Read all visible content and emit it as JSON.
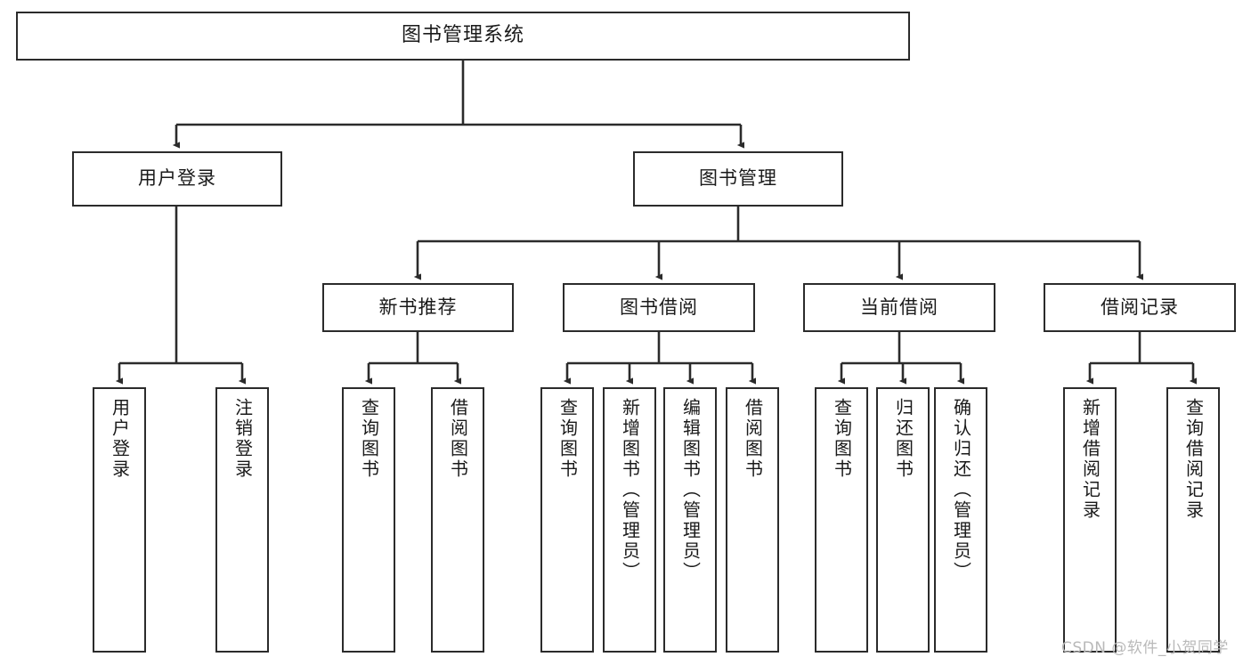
{
  "diagram": {
    "title": "图书管理系统",
    "type": "tree-hierarchy",
    "root": {
      "label": "图书管理系统"
    },
    "level2": [
      {
        "id": "user-login",
        "label": "用户登录"
      },
      {
        "id": "book-manage",
        "label": "图书管理"
      }
    ],
    "level3": [
      {
        "id": "new-book-recommend",
        "label": "新书推荐",
        "parent": "book-manage"
      },
      {
        "id": "book-borrow",
        "label": "图书借阅",
        "parent": "book-manage"
      },
      {
        "id": "current-borrow",
        "label": "当前借阅",
        "parent": "book-manage"
      },
      {
        "id": "borrow-record",
        "label": "借阅记录",
        "parent": "book-manage"
      }
    ],
    "leaves": {
      "user_login": [
        {
          "id": "leaf-user-login",
          "label": "用户登录"
        },
        {
          "id": "leaf-user-logout",
          "label": "注销登录"
        }
      ],
      "new_book_recommend": [
        {
          "id": "leaf-query-book-1",
          "label": "查询图书"
        },
        {
          "id": "leaf-borrow-book-1",
          "label": "借阅图书"
        }
      ],
      "book_borrow": [
        {
          "id": "leaf-query-book-2",
          "label": "查询图书"
        },
        {
          "id": "leaf-add-book",
          "label": "新增图书（管理员）"
        },
        {
          "id": "leaf-edit-book",
          "label": "编辑图书（管理员）"
        },
        {
          "id": "leaf-borrow-book-2",
          "label": "借阅图书"
        }
      ],
      "current_borrow": [
        {
          "id": "leaf-query-book-3",
          "label": "查询图书"
        },
        {
          "id": "leaf-return-book",
          "label": "归还图书"
        },
        {
          "id": "leaf-confirm-return",
          "label": "确认归还（管理员）"
        }
      ],
      "borrow_record": [
        {
          "id": "leaf-add-record",
          "label": "新增借阅记录"
        },
        {
          "id": "leaf-query-record",
          "label": "查询借阅记录"
        }
      ]
    },
    "colors": {
      "stroke": "#2b2b2b",
      "fill": "#ffffff",
      "text": "#1a1a1a",
      "watermark": "#b9b9b9"
    }
  },
  "watermark": {
    "text": "CSDN @软件_小贺同学"
  }
}
